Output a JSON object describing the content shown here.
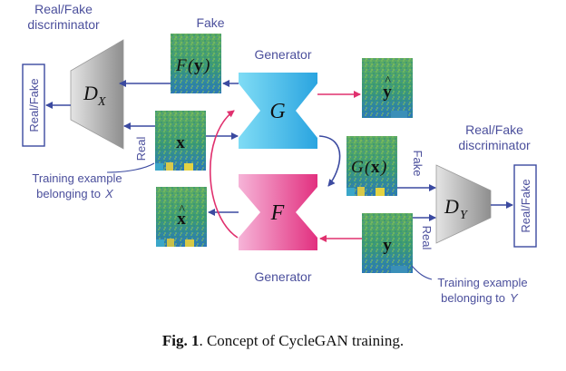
{
  "labels": {
    "disc_x_title_1": "Real/Fake",
    "disc_x_title_2": "discriminator",
    "disc_y_title_1": "Real/Fake",
    "disc_y_title_2": "discriminator",
    "fake_top": "Fake",
    "fake_right": "Fake",
    "real_left": "Real",
    "real_right": "Real",
    "generator_top": "Generator",
    "generator_bottom": "Generator",
    "out_left": "Real/Fake",
    "out_right": "Real/Fake",
    "train_x_1": "Training example",
    "train_x_2": "belonging to",
    "train_x_var": "X",
    "train_y_1": "Training example",
    "train_y_2": "belonging to",
    "train_y_var": "Y"
  },
  "math": {
    "dx_letter": "D",
    "dx_sub": "X",
    "dy_letter": "D",
    "dy_sub": "Y",
    "g": "G",
    "f": "F",
    "fy_func": "F",
    "fy_open": "(",
    "fy_arg": "y",
    "fy_close": ")",
    "gx_func": "G",
    "gx_open": "(",
    "gx_arg": "x",
    "gx_close": ")",
    "x": "x",
    "y": "y",
    "xhat": "x",
    "yhat": "y",
    "hat": "^"
  },
  "caption": {
    "fig": "Fig. 1",
    "text": ". Concept of CycleGAN training."
  },
  "colors": {
    "blue_arrow": "#3b4aa0",
    "pink_arrow": "#e0306e",
    "label_text": "#4b4f9c",
    "generator_g": "#39b6e6",
    "generator_f": "#e93c8f",
    "discriminator": "#8c8c8c",
    "spectrogram": "#3aa37f"
  }
}
